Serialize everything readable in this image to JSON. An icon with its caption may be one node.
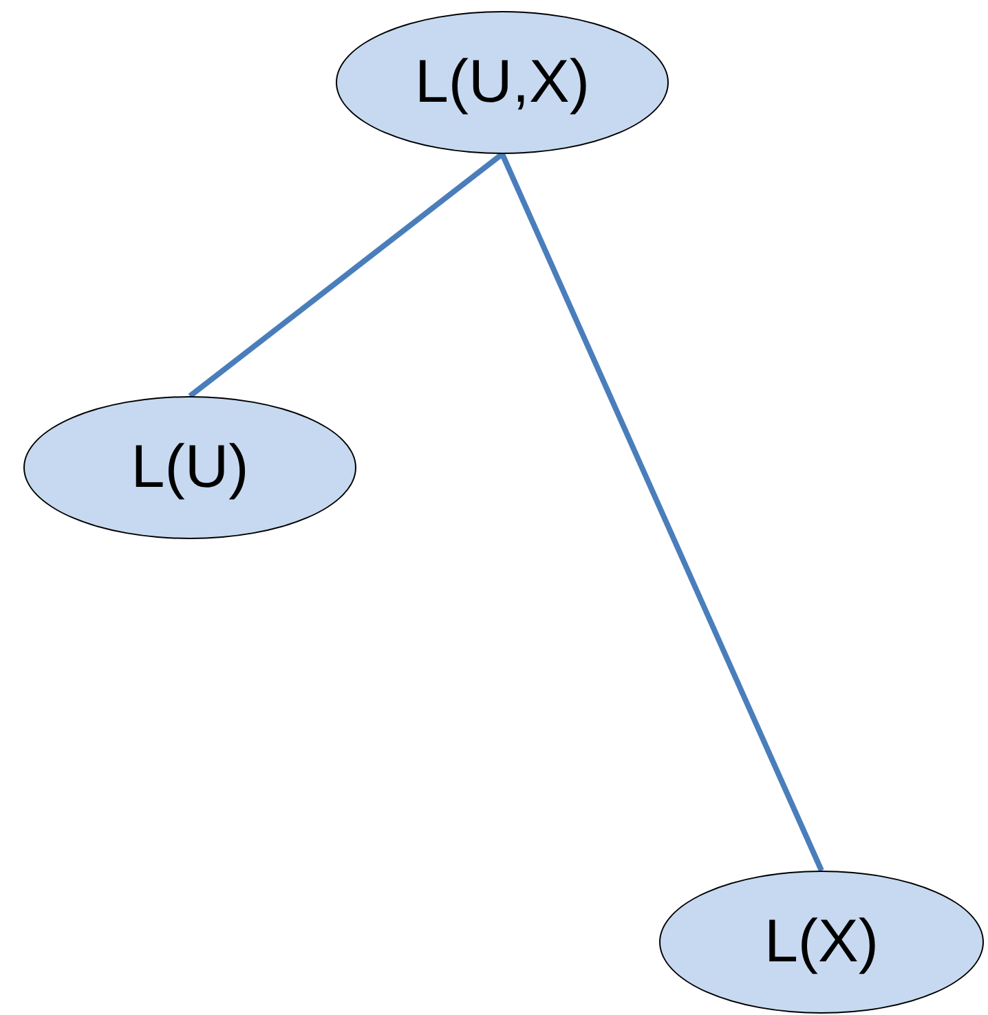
{
  "diagram": {
    "nodes": [
      {
        "text": [
          "L(U,X)"
        ]
      },
      {
        "text": [
          "L(U)"
        ]
      },
      {
        "text": [
          "L(X)"
        ]
      }
    ],
    "edges": [
      {
        "from": 0,
        "to": 1,
        "arrow": "none"
      },
      {
        "from": 0,
        "to": 2,
        "arrow": "none"
      }
    ]
  }
}
